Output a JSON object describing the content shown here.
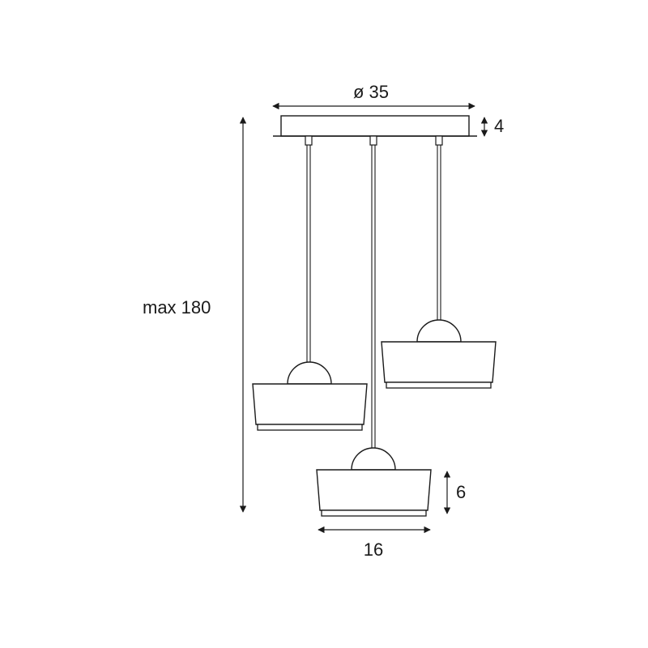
{
  "dimensions": {
    "canopy_diameter": "ø 35",
    "canopy_height": "4",
    "max_height": "max 180",
    "shade_height": "6",
    "shade_width": "16"
  },
  "colors": {
    "line": "#1a1a1a",
    "background": "#ffffff"
  }
}
